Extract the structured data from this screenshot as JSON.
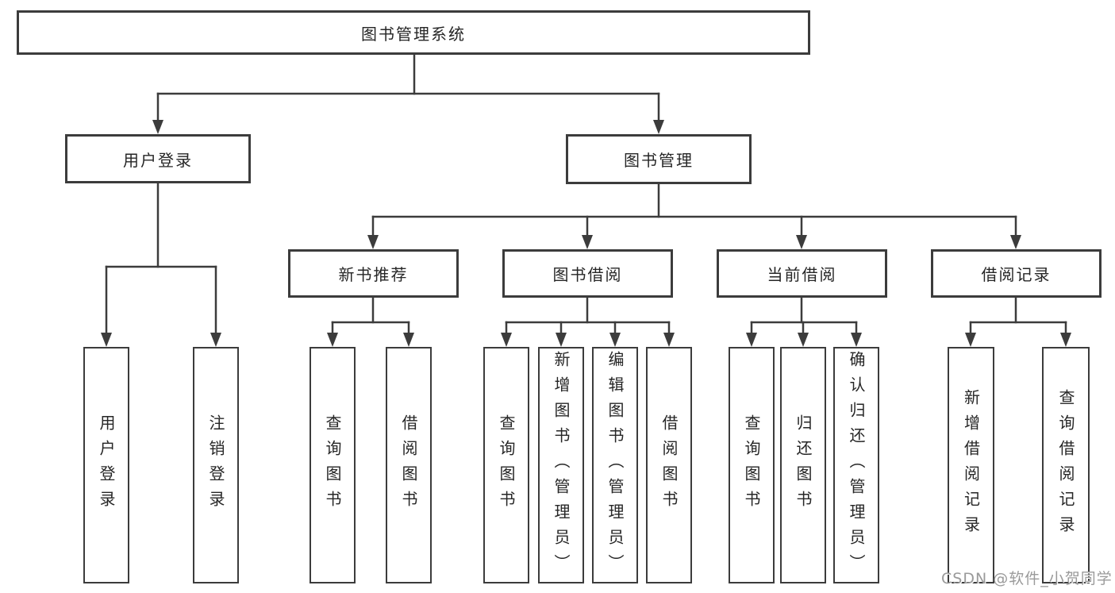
{
  "title": "图书管理系统",
  "colors": {
    "line": "#3c3c3c",
    "text": "#262626",
    "box_background": "#ffffff",
    "watermark": "#9a9a9a"
  },
  "watermark": {
    "text": "CSDN @软件_小贺同学"
  },
  "tree": {
    "label": "图书管理系统",
    "children": [
      {
        "label": "用户登录",
        "children": [
          {
            "label": "用户登录"
          },
          {
            "label": "注销登录"
          }
        ]
      },
      {
        "label": "图书管理",
        "children": [
          {
            "label": "新书推荐",
            "children": [
              {
                "label": "查询图书"
              },
              {
                "label": "借阅图书"
              }
            ]
          },
          {
            "label": "图书借阅",
            "children": [
              {
                "label": "查询图书"
              },
              {
                "label": "新增图书（管理员）"
              },
              {
                "label": "编辑图书（管理员）"
              },
              {
                "label": "借阅图书"
              }
            ]
          },
          {
            "label": "当前借阅",
            "children": [
              {
                "label": "查询图书"
              },
              {
                "label": "归还图书"
              },
              {
                "label": "确认归还（管理员）"
              }
            ]
          },
          {
            "label": "借阅记录",
            "children": [
              {
                "label": "新增借阅记录"
              },
              {
                "label": "查询借阅记录"
              }
            ]
          }
        ]
      }
    ]
  }
}
